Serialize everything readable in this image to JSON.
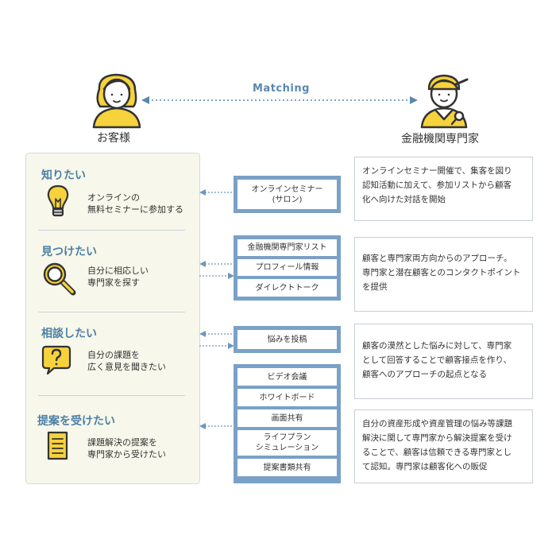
{
  "header": {
    "matching_label": "Matching",
    "customer_label": "お客様",
    "expert_label": "金融機関専門家"
  },
  "sections": [
    {
      "title": "知りたい",
      "desc": [
        "オンラインの",
        "無料セミナーに参加する"
      ],
      "icon": "lightbulb-icon"
    },
    {
      "title": "見つけたい",
      "desc": [
        "自分に相応しい",
        "専門家を探す"
      ],
      "icon": "magnifier-icon"
    },
    {
      "title": "相談したい",
      "desc": [
        "自分の課題を",
        "広く意見を聞きたい"
      ],
      "icon": "question-bubble-icon"
    },
    {
      "title": "提案を受けたい",
      "desc": [
        "課題解決の提案を",
        "専門家から受けたい"
      ],
      "icon": "document-icon"
    }
  ],
  "services": {
    "group1": [
      "オンラインセミナー",
      "(サロン)"
    ],
    "group2": [
      "金融機関専門家リスト",
      "プロフィール情報",
      "ダイレクトトーク"
    ],
    "group3": [
      "悩みを投稿"
    ],
    "group4": [
      "ビデオ会議",
      "ホワイトボード",
      "画面共有",
      "ライフプラン",
      "シミュレーション",
      "提案書類共有"
    ]
  },
  "descriptions": [
    [
      "オンラインセミナー開催で、集客を図り",
      "認知活動に加えて、参加リストから顧客",
      "化へ向けた対話を開始"
    ],
    [
      "顧客と専門家両方向からのアプローチ。",
      "専門家と潜在顧客とのコンタクトポイント",
      "を提供"
    ],
    [
      "顧客の漠然とした悩みに対して、専門家",
      "として回答することで顧客接点を作り、",
      "顧客へのアプローチの起点となる"
    ],
    [
      "自分の資産形成や資産管理の悩み等課題",
      "解決に関して専門家から解決提案を受け",
      "ることで、顧客は信頼できる専門家とし",
      "て認知。専門家は顧客化への販促"
    ]
  ],
  "colors": {
    "accent_blue": "#7aa1c6",
    "title_blue": "#4d7fa6",
    "icon_yellow": "#f6d23c",
    "panel_bg": "#f7f8eb"
  }
}
